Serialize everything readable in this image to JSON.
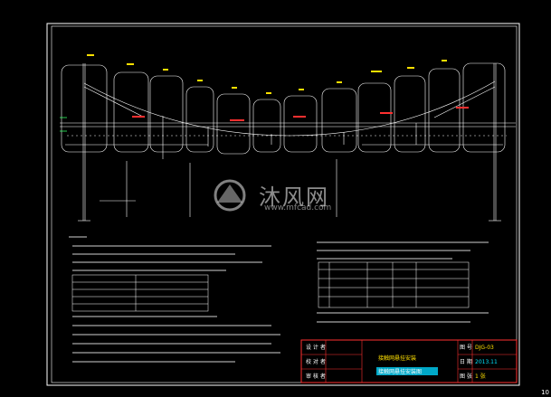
{
  "title_block": {
    "rows": [
      "设 计 者",
      "校 对 者",
      "审 核 者"
    ],
    "drawing_name_line1": "接触网悬挂安装",
    "drawing_name_line2": "接触网悬挂安装图",
    "code_label": "图 号",
    "code_value": "DJG-03",
    "date_label": "日 期",
    "date_value": "2013.11",
    "sheet_label": "图 张",
    "sheet_value": "1 张"
  },
  "sheet_number": "10",
  "watermark": {
    "text": "沐风网",
    "url": "www.mfcad.com"
  },
  "colors": {
    "background": "#000000",
    "frame": "#ffffff",
    "wire": "#ffffff",
    "accent_red": "#ff3030",
    "accent_cyan": "#00e5ff",
    "accent_yellow": "#ffe000",
    "accent_green": "#33ff66"
  }
}
